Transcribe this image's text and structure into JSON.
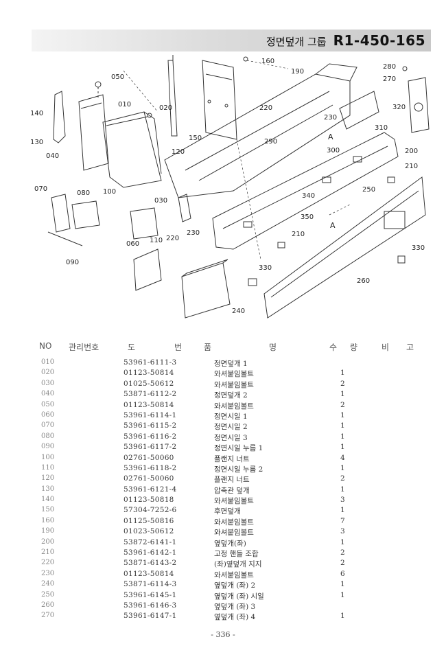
{
  "header": {
    "title_korean": "정면덮개 그룹",
    "code": "R1-450-165"
  },
  "diagram": {
    "callouts": [
      "010",
      "020",
      "030",
      "040",
      "050",
      "060",
      "070",
      "080",
      "090",
      "100",
      "110",
      "120",
      "130",
      "140",
      "150",
      "160",
      "190",
      "200",
      "210",
      "210",
      "220",
      "220",
      "230",
      "230",
      "240",
      "250",
      "260",
      "270",
      "280",
      "290",
      "300",
      "310",
      "320",
      "330",
      "330",
      "340",
      "350",
      "A",
      "A"
    ]
  },
  "table": {
    "columns": [
      "NO",
      "관리번호",
      "도",
      "번",
      "품",
      "명",
      "수",
      "량",
      "비",
      "고"
    ],
    "rows": [
      {
        "no": "010",
        "part": "53961-6111-3",
        "name": "정면덮개 1",
        "qty": ""
      },
      {
        "no": "020",
        "part": "01123-50814",
        "name": "와셔붙임볼트",
        "qty": "1"
      },
      {
        "no": "030",
        "part": "01025-50612",
        "name": "와셔붙임볼트",
        "qty": "2"
      },
      {
        "no": "040",
        "part": "53871-6112-2",
        "name": "정면덮개 2",
        "qty": "1"
      },
      {
        "no": "050",
        "part": "01123-50814",
        "name": "와셔붙임볼트",
        "qty": "2"
      },
      {
        "no": "060",
        "part": "53961-6114-1",
        "name": "정면시일 1",
        "qty": "1"
      },
      {
        "no": "070",
        "part": "53961-6115-2",
        "name": "정면시일 2",
        "qty": "1"
      },
      {
        "no": "080",
        "part": "53961-6116-2",
        "name": "정면시일 3",
        "qty": "1"
      },
      {
        "no": "090",
        "part": "53961-6117-2",
        "name": "정면시일 누름 1",
        "qty": "1"
      },
      {
        "no": "100",
        "part": "02761-50060",
        "name": "플랜지 너트",
        "qty": "4"
      },
      {
        "no": "110",
        "part": "53961-6118-2",
        "name": "정면시일 누름 2",
        "qty": "1"
      },
      {
        "no": "120",
        "part": "02761-50060",
        "name": "플랜지 너트",
        "qty": "2"
      },
      {
        "no": "130",
        "part": "53961-6121-4",
        "name": "압축관 덮개",
        "qty": "1"
      },
      {
        "no": "140",
        "part": "01123-50818",
        "name": "와셔붙임볼트",
        "qty": "3"
      },
      {
        "no": "150",
        "part": "57304-7252-6",
        "name": "후면덮개",
        "qty": "1"
      },
      {
        "no": "160",
        "part": "01125-50816",
        "name": "와셔붙임볼트",
        "qty": "7"
      },
      {
        "no": "190",
        "part": "01023-50612",
        "name": "와셔붙임볼트",
        "qty": "3"
      },
      {
        "no": "200",
        "part": "53872-6141-1",
        "name": "옆덮개(좌)",
        "qty": "1"
      },
      {
        "no": "210",
        "part": "53961-6142-1",
        "name": "고정 핸들 조합",
        "qty": "2"
      },
      {
        "no": "220",
        "part": "53871-6143-2",
        "name": "(좌)옆덮개 지지",
        "qty": "2"
      },
      {
        "no": "230",
        "part": "01123-50814",
        "name": "와셔붙임볼트",
        "qty": "6"
      },
      {
        "no": "240",
        "part": "53871-6114-3",
        "name": "옆덮개 (좌) 2",
        "qty": "1"
      },
      {
        "no": "250",
        "part": "53961-6145-1",
        "name": "옆덮개 (좌) 시일",
        "qty": "1"
      },
      {
        "no": "260",
        "part": "53961-6146-3",
        "name": "옆덮개 (좌) 3",
        "qty": ""
      },
      {
        "no": "270",
        "part": "53961-6147-1",
        "name": "옆덮개 (좌) 4",
        "qty": "1"
      }
    ]
  },
  "footer": {
    "page": "- 336 -"
  }
}
